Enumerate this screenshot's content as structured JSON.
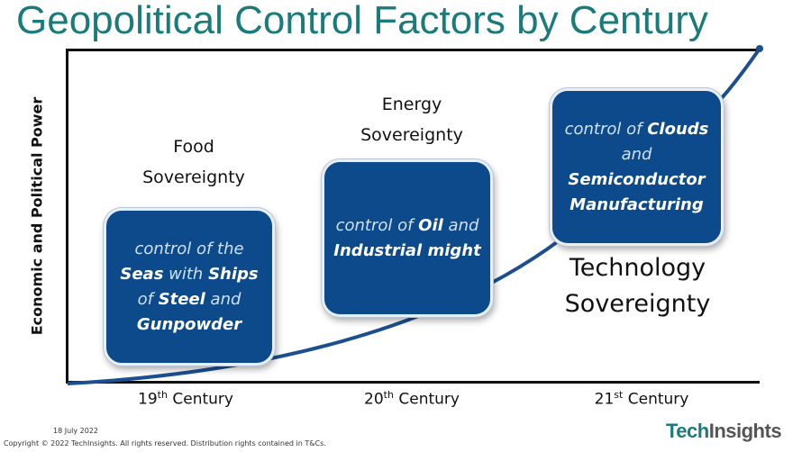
{
  "title": "Geopolitical Control Factors by Century",
  "y_axis_label": "Economic and Political Power",
  "categories": [
    {
      "label_line1": "Food",
      "label_line2": "Sovereignty"
    },
    {
      "label_line1": "Energy",
      "label_line2": "Sovereignty"
    },
    {
      "label_line1": "Technology",
      "label_line2": "Sovereignty"
    }
  ],
  "boxes": [
    {
      "parts": [
        [
          "control of the ",
          false
        ],
        [
          "Seas",
          true
        ],
        [
          " with ",
          false
        ],
        [
          "Ships",
          true
        ],
        [
          " of ",
          false
        ],
        [
          "Steel",
          true
        ],
        [
          " and ",
          false
        ],
        [
          "Gunpowder",
          true
        ]
      ]
    },
    {
      "parts": [
        [
          "control of ",
          false
        ],
        [
          "Oil",
          true
        ],
        [
          " and ",
          false
        ],
        [
          "Industrial might",
          true
        ]
      ]
    },
    {
      "parts": [
        [
          "control of ",
          false
        ],
        [
          "Clouds",
          true
        ],
        [
          " and ",
          false
        ],
        [
          "Semiconductor Manufacturing",
          true
        ]
      ]
    }
  ],
  "x_labels": [
    {
      "num": "19",
      "sup": "th",
      "rest": " Century"
    },
    {
      "num": "20",
      "sup": "th",
      "rest": " Century"
    },
    {
      "num": "21",
      "sup": "st",
      "rest": " Century"
    }
  ],
  "footer": {
    "date": "18 July 2022",
    "copyright": "Copyright © 2022 TechInsights. All rights reserved. Distribution rights contained in T&Cs."
  },
  "logo": {
    "part1": "Tech",
    "part2": "Insights"
  },
  "colors": {
    "title": "#1b7a7a",
    "box": "#0c4a8c",
    "curve": "#1c4f8f"
  }
}
